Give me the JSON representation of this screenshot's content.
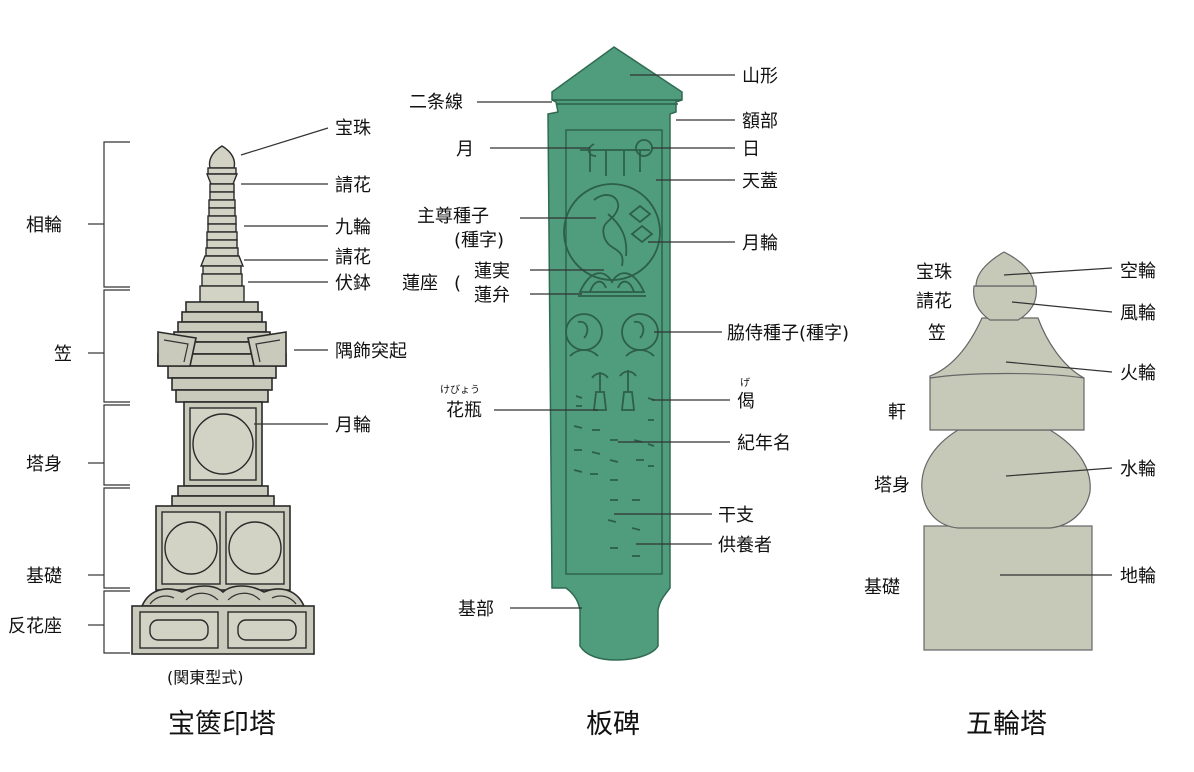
{
  "hokyointo": {
    "title": "宝篋印塔",
    "caption": "(関東型式)",
    "left_labels": {
      "sorin": "相輪",
      "kasa": "笠",
      "toshin": "塔身",
      "kiso": "基礎",
      "kaeribanaza": "反花座"
    },
    "right_labels": {
      "hoju": "宝珠",
      "ukebana_top": "請花",
      "kurin": "九輪",
      "ukebana_low": "請花",
      "fukubachi": "伏鉢",
      "sumikazari": "隅飾突起",
      "gatsurin": "月輪"
    }
  },
  "itabi": {
    "title": "板碑",
    "labels": {
      "yamagata": "山形",
      "nijosen": "二条線",
      "gakubu": "額部",
      "tsuki": "月",
      "hi": "日",
      "tengai": "天蓋",
      "shuson_shuji": "主尊種子",
      "shuson_shuji_sub": "(種字)",
      "gatsurin": "月輪",
      "renza": "蓮座",
      "renza_paren": "(",
      "renjitsu": "蓮実",
      "renben": "蓮弁",
      "kyoji_shuji": "脇侍種子(種字)",
      "kebyo": "花瓶",
      "kebyo_ruby": "けびょう",
      "ge": "偈",
      "ge_ruby": "げ",
      "kinenmei": "紀年名",
      "eto": "干支",
      "kuyosha": "供養者",
      "kibu": "基部"
    }
  },
  "gorinto": {
    "title": "五輪塔",
    "left_labels": {
      "hoju": "宝珠",
      "ukebana": "請花",
      "kasa": "笠",
      "noki": "軒",
      "toshin": "塔身",
      "kiso": "基礎"
    },
    "right_labels": {
      "kurin": "空輪",
      "fuurin": "風輪",
      "karin": "火輪",
      "suirin": "水輪",
      "chirin": "地輪"
    }
  },
  "colors": {
    "stone_gray": "#c9cabb",
    "itabi_green": "#4f9d7d",
    "line": "#333333"
  }
}
